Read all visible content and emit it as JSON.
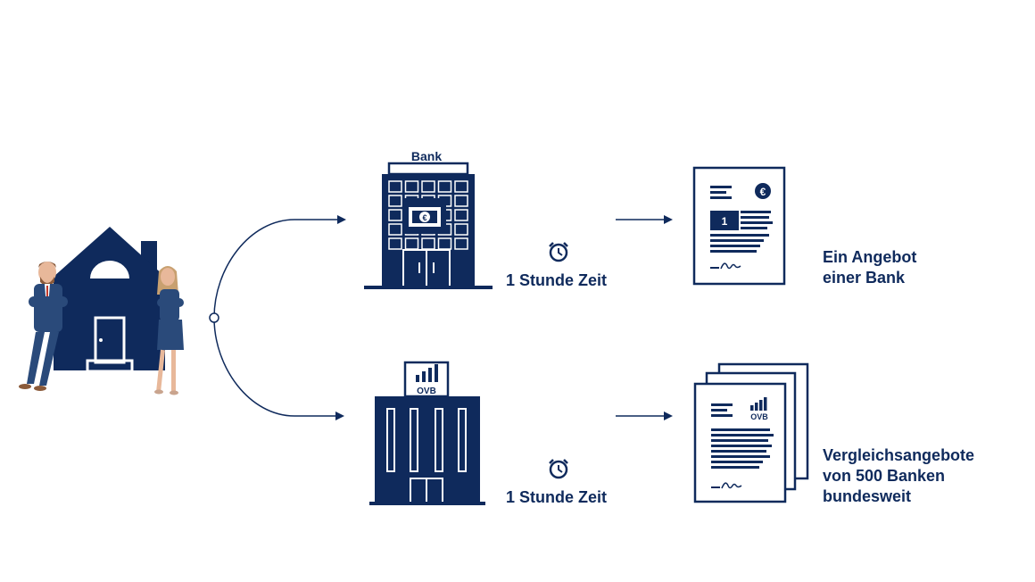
{
  "colors": {
    "navy": "#0f2a5c",
    "skin": "#e8b89a",
    "hair": "#c8a070",
    "white": "#ffffff"
  },
  "top_path": {
    "bank_sign": "Bank",
    "time_label": "1 Stunde Zeit",
    "offer_number": "1",
    "result_lines": [
      "Ein Angebot",
      "einer Bank"
    ]
  },
  "bottom_path": {
    "building_logo": "OVB",
    "doc_logo": "OVB",
    "time_label": "1 Stunde Zeit",
    "result_lines": [
      "Vergleichsangebote",
      "von 500 Banken",
      "bundesweit"
    ]
  },
  "icons": {
    "euro": "euro-icon",
    "clock": "alarm-clock-icon",
    "signature": "signature-icon",
    "house": "house-icon"
  }
}
